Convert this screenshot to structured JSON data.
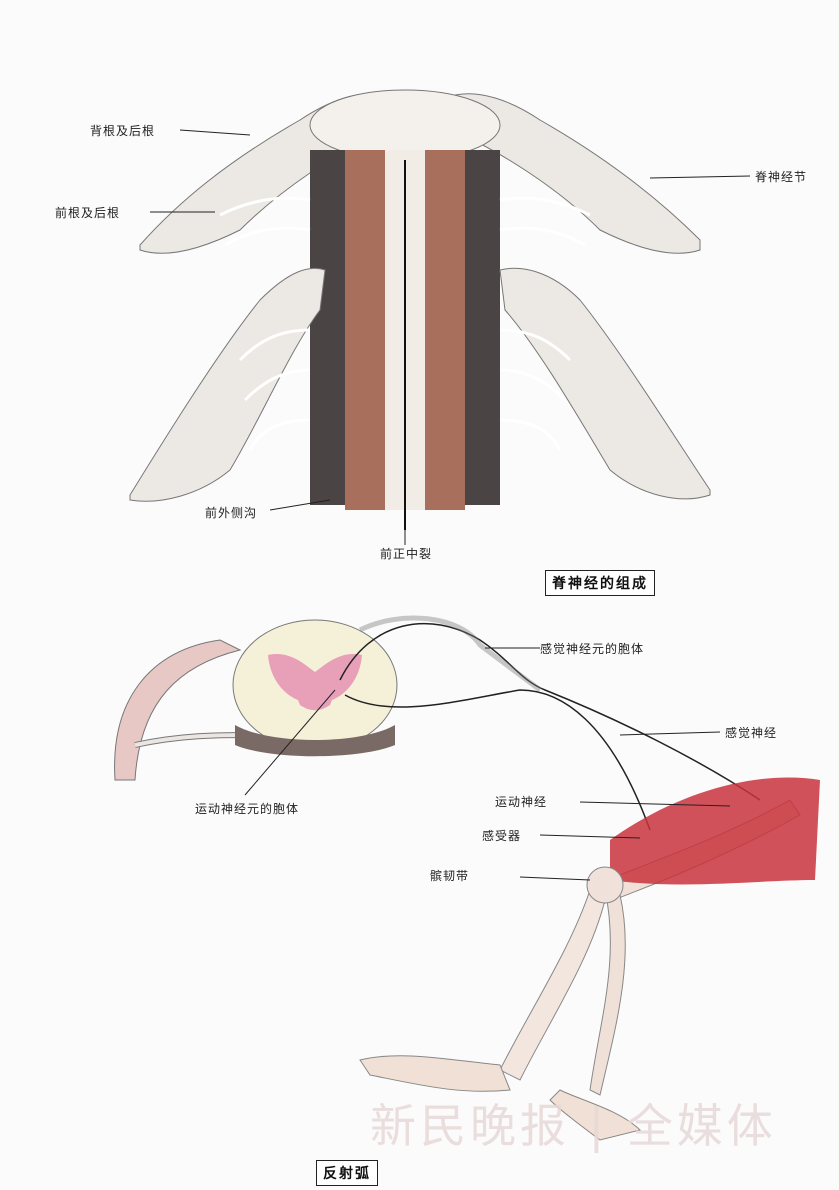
{
  "top_figure": {
    "caption": "脊神经的组成",
    "labels": {
      "dorsal_root_ganglion": "背根及后根",
      "ventral_root": "前根及后根",
      "spinal_nerve": "脊神经节",
      "anterior_fissure": "前正中裂",
      "lateral": "前外侧沟"
    }
  },
  "bottom_figure": {
    "caption": "反射弧",
    "labels": {
      "sensory_neuron": "感觉神经元的胞体",
      "sensory_nerve": "感觉神经",
      "motor_neuron": "运动神经元的胞体",
      "motor_nerve": "运动神经",
      "receptor": "感受器",
      "tendon": "髌韧带"
    }
  },
  "watermark": "新民晚报 | 全媒体",
  "colors": {
    "cord": "#8a5a4a",
    "muscle": "#c8323c",
    "gray_matter": "#e8a0b8",
    "nerve": "#e9e4df"
  }
}
